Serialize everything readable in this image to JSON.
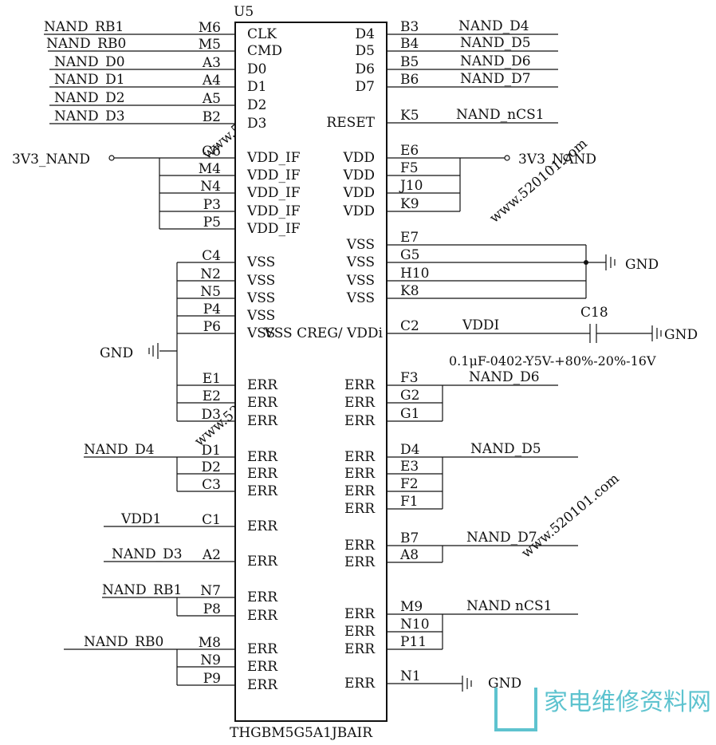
{
  "chip": {
    "ref": "U5",
    "part": "THGBM5G5A1JBAIR"
  },
  "left_pins": [
    {
      "net": "NAND_RB1",
      "pin": "M6",
      "func": "CLK"
    },
    {
      "net": "NAND_RB0",
      "pin": "M5",
      "func": "CMD"
    },
    {
      "net": "NAND_D0",
      "pin": "A3",
      "func": "D0"
    },
    {
      "net": "NAND_D1",
      "pin": "A4",
      "func": "D1"
    },
    {
      "net": "NAND_D2",
      "pin": "A5",
      "func": "D2"
    },
    {
      "net": "NAND_D3",
      "pin": "B2",
      "func": "D3"
    },
    {
      "net": "3V3_NAND",
      "pin": "C6",
      "func": "VDD_IF"
    },
    {
      "net": "",
      "pin": "M4",
      "func": "VDD_IF"
    },
    {
      "net": "",
      "pin": "N4",
      "func": "VDD_IF"
    },
    {
      "net": "",
      "pin": "P3",
      "func": "VDD_IF"
    },
    {
      "net": "",
      "pin": "P5",
      "func": "VDD_IF"
    },
    {
      "net": "",
      "pin": "C4",
      "func": "VSS"
    },
    {
      "net": "",
      "pin": "N2",
      "func": "VSS"
    },
    {
      "net": "",
      "pin": "N5",
      "func": "VSS"
    },
    {
      "net": "",
      "pin": "P4",
      "func": "VSS"
    },
    {
      "net": "",
      "pin": "P6",
      "func": "VSS"
    },
    {
      "net": "",
      "pin": "E1",
      "func": "ERR"
    },
    {
      "net": "",
      "pin": "E2",
      "func": "ERR"
    },
    {
      "net": "",
      "pin": "D3",
      "func": "ERR"
    },
    {
      "net": "NAND_D4",
      "pin": "D1",
      "func": "ERR"
    },
    {
      "net": "",
      "pin": "D2",
      "func": "ERR"
    },
    {
      "net": "",
      "pin": "C3",
      "func": "ERR"
    },
    {
      "net": "VDD1",
      "pin": "C1",
      "func": "ERR"
    },
    {
      "net": "NAND_D3",
      "pin": "A2",
      "func": "ERR"
    },
    {
      "net": "NAND_RB1",
      "pin": "N7",
      "func": "ERR"
    },
    {
      "net": "",
      "pin": "P8",
      "func": "ERR"
    },
    {
      "net": "NAND_RB0",
      "pin": "M8",
      "func": "ERR"
    },
    {
      "net": "",
      "pin": "N9",
      "func": "ERR"
    },
    {
      "net": "",
      "pin": "P9",
      "func": "ERR"
    }
  ],
  "right_pins": [
    {
      "net": "NAND_D4",
      "pin": "B3",
      "func": "D4"
    },
    {
      "net": "NAND_D5",
      "pin": "B4",
      "func": "D5"
    },
    {
      "net": "NAND_D6",
      "pin": "B5",
      "func": "D6"
    },
    {
      "net": "NAND_D7",
      "pin": "B6",
      "func": "D7"
    },
    {
      "net": "NAND_nCS1",
      "pin": "K5",
      "func": "RESET"
    },
    {
      "net": "3V3_NAND",
      "pin": "E6",
      "func": "VDD"
    },
    {
      "net": "",
      "pin": "F5",
      "func": "VDD"
    },
    {
      "net": "",
      "pin": "J10",
      "func": "VDD"
    },
    {
      "net": "",
      "pin": "K9",
      "func": "VDD"
    },
    {
      "net": "",
      "pin": "E7",
      "func": "VSS"
    },
    {
      "net": "GND",
      "pin": "G5",
      "func": "VSS"
    },
    {
      "net": "",
      "pin": "H10",
      "func": "VSS"
    },
    {
      "net": "",
      "pin": "K8",
      "func": "VSS"
    },
    {
      "net": "VDDI",
      "pin": "C2",
      "func": "VSS CREG/ VDDi"
    },
    {
      "net": "NAND_D6",
      "pin": "F3",
      "func": "ERR"
    },
    {
      "net": "",
      "pin": "G2",
      "func": "ERR"
    },
    {
      "net": "",
      "pin": "G1",
      "func": "ERR"
    },
    {
      "net": "NAND_D5",
      "pin": "D4",
      "func": "ERR"
    },
    {
      "net": "",
      "pin": "E3",
      "func": "ERR"
    },
    {
      "net": "",
      "pin": "F2",
      "func": "ERR"
    },
    {
      "net": "",
      "pin": "F1",
      "func": "ERR"
    },
    {
      "net": "NAND_D7",
      "pin": "B7",
      "func": "ERR"
    },
    {
      "net": "",
      "pin": "A8",
      "func": "ERR"
    },
    {
      "net": "NAND nCS1",
      "pin": "M9",
      "func": "ERR"
    },
    {
      "net": "",
      "pin": "N10",
      "func": "ERR"
    },
    {
      "net": "",
      "pin": "P11",
      "func": "ERR"
    },
    {
      "net": "GND",
      "pin": "N1",
      "func": "ERR"
    }
  ],
  "gnd_left": "GND",
  "cap": {
    "ref": "C18",
    "gnd": "GND",
    "spec": "0.1μF-0402-Y5V-+80%-20%-16V"
  },
  "watermark": {
    "logo": "家电维修资料网",
    "url": "www.520101.com"
  }
}
